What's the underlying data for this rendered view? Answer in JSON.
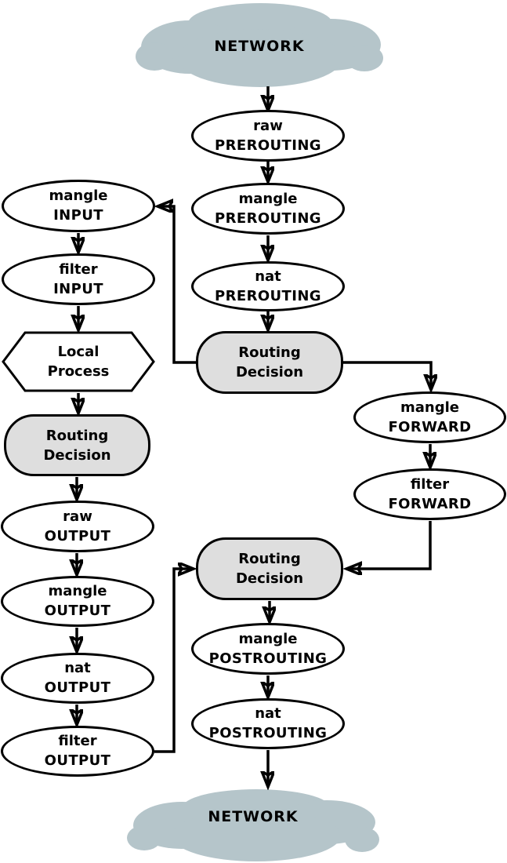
{
  "diagram": {
    "clouds": {
      "top": "NETWORK",
      "bottom": "NETWORK"
    },
    "nodes": {
      "raw_prerouting": {
        "line1": "raw",
        "line2": "PREROUTING"
      },
      "mangle_prerouting": {
        "line1": "mangle",
        "line2": "PREROUTING"
      },
      "nat_prerouting": {
        "line1": "nat",
        "line2": "PREROUTING"
      },
      "routing_decision_mid": {
        "line1": "Routing",
        "line2": "Decision"
      },
      "mangle_input": {
        "line1": "mangle",
        "line2": "INPUT"
      },
      "filter_input": {
        "line1": "filter",
        "line2": "INPUT"
      },
      "local_process": {
        "line1": "Local",
        "line2": "Process"
      },
      "routing_decision_left": {
        "line1": "Routing",
        "line2": "Decision"
      },
      "raw_output": {
        "line1": "raw",
        "line2": "OUTPUT"
      },
      "mangle_output": {
        "line1": "mangle",
        "line2": "OUTPUT"
      },
      "nat_output": {
        "line1": "nat",
        "line2": "OUTPUT"
      },
      "filter_output": {
        "line1": "filter",
        "line2": "OUTPUT"
      },
      "mangle_forward": {
        "line1": "mangle",
        "line2": "FORWARD"
      },
      "filter_forward": {
        "line1": "filter",
        "line2": "FORWARD"
      },
      "routing_decision_bottom": {
        "line1": "Routing",
        "line2": "Decision"
      },
      "mangle_postrouting": {
        "line1": "mangle",
        "line2": "POSTROUTING"
      },
      "nat_postrouting": {
        "line1": "nat",
        "line2": "POSTROUTING"
      }
    },
    "edges": [
      {
        "from": "network-top",
        "to": "raw-prerouting"
      },
      {
        "from": "raw-prerouting",
        "to": "mangle-prerouting"
      },
      {
        "from": "mangle-prerouting",
        "to": "nat-prerouting"
      },
      {
        "from": "nat-prerouting",
        "to": "routing-decision-mid"
      },
      {
        "from": "routing-decision-mid",
        "to": "mangle-input"
      },
      {
        "from": "mangle-input",
        "to": "filter-input"
      },
      {
        "from": "filter-input",
        "to": "local-process"
      },
      {
        "from": "local-process",
        "to": "routing-decision-left"
      },
      {
        "from": "routing-decision-left",
        "to": "raw-output"
      },
      {
        "from": "raw-output",
        "to": "mangle-output"
      },
      {
        "from": "mangle-output",
        "to": "nat-output"
      },
      {
        "from": "nat-output",
        "to": "filter-output"
      },
      {
        "from": "filter-output",
        "to": "routing-decision-bottom"
      },
      {
        "from": "routing-decision-mid",
        "to": "mangle-forward"
      },
      {
        "from": "mangle-forward",
        "to": "filter-forward"
      },
      {
        "from": "filter-forward",
        "to": "routing-decision-bottom"
      },
      {
        "from": "routing-decision-bottom",
        "to": "mangle-postrouting"
      },
      {
        "from": "mangle-postrouting",
        "to": "nat-postrouting"
      },
      {
        "from": "nat-postrouting",
        "to": "network-bottom"
      }
    ],
    "colors": {
      "cloud_fill": "#b5c5ca",
      "decision_fill": "#dedede",
      "node_fill": "#ffffff",
      "stroke": "#000000"
    }
  }
}
